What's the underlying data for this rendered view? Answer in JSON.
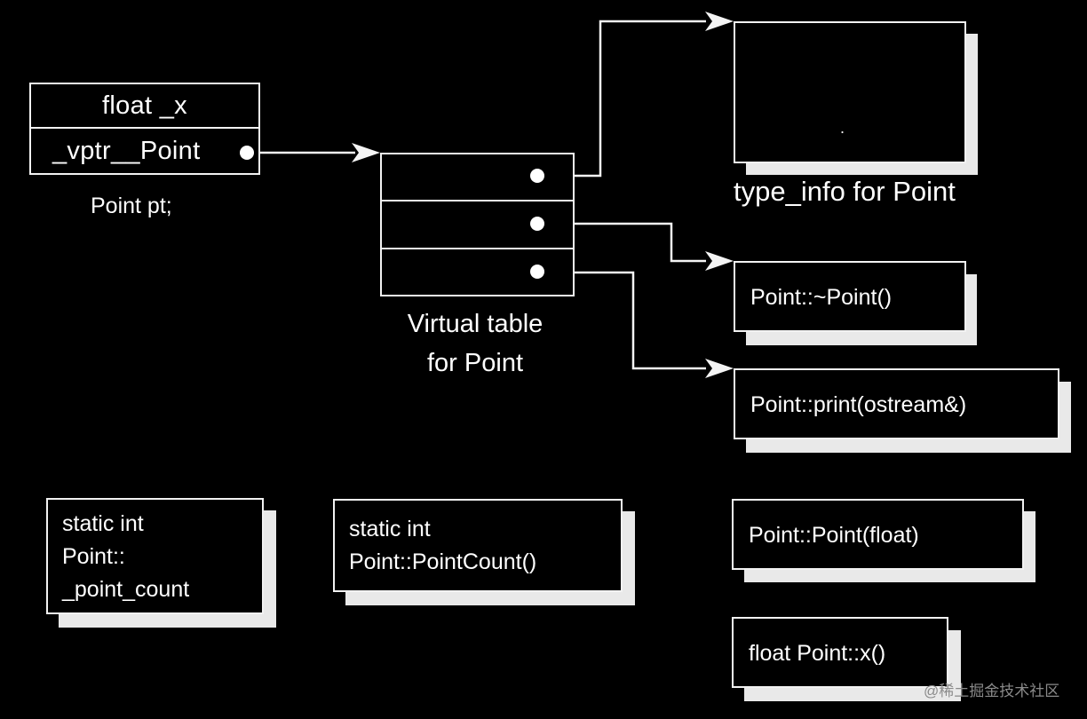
{
  "object": {
    "member": "float _x",
    "vptr": "_vptr__Point",
    "caption": "Point pt;"
  },
  "vtable": {
    "caption_line1": "Virtual table",
    "caption_line2": "for Point",
    "slot_count": 3
  },
  "type_info": {
    "caption": "type_info for Point",
    "content": "."
  },
  "functions": {
    "destructor": "Point::~Point()",
    "print": "Point::print(ostream&)",
    "constructor": "Point::Point(float)",
    "accessor": "float Point::x()"
  },
  "statics": {
    "member_line1": "static int",
    "member_line2": "Point::",
    "member_line3": "_point_count",
    "function_line1": "static int",
    "function_line2": "Point::PointCount()"
  },
  "watermark": "@稀土掘金技术社区",
  "colors": {
    "background": "#000000",
    "foreground": "#ffffff",
    "shadow": "#e9e9e9"
  }
}
